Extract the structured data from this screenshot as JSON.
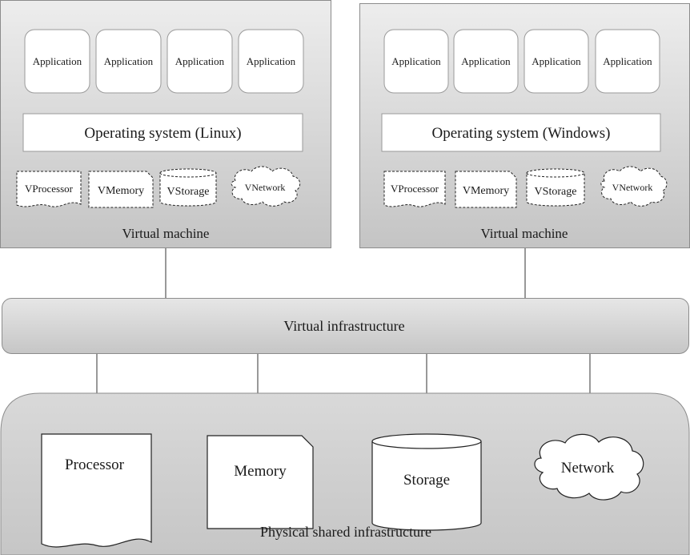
{
  "vms": [
    {
      "applications": [
        "Application",
        "Application",
        "Application",
        "Application"
      ],
      "operating_system": "Operating system (Linux)",
      "virtual_resources": [
        "VProcessor",
        "VMemory",
        "VStorage",
        "VNetwork"
      ],
      "label": "Virtual machine"
    },
    {
      "applications": [
        "Application",
        "Application",
        "Application",
        "Application"
      ],
      "operating_system": "Operating system (Windows)",
      "virtual_resources": [
        "VProcessor",
        "VMemory",
        "VStorage",
        "VNetwork"
      ],
      "label": "Virtual machine"
    }
  ],
  "virtual_infrastructure": {
    "label": "Virtual infrastructure"
  },
  "physical_infrastructure": {
    "label": "Physical shared infrastructure",
    "resources": [
      "Processor",
      "Memory",
      "Storage",
      "Network"
    ]
  },
  "colors": {
    "panel_gradient_top": "#ececec",
    "panel_gradient_bottom": "#c2c2c2",
    "box_fill": "#ffffff",
    "line": "#333333"
  }
}
